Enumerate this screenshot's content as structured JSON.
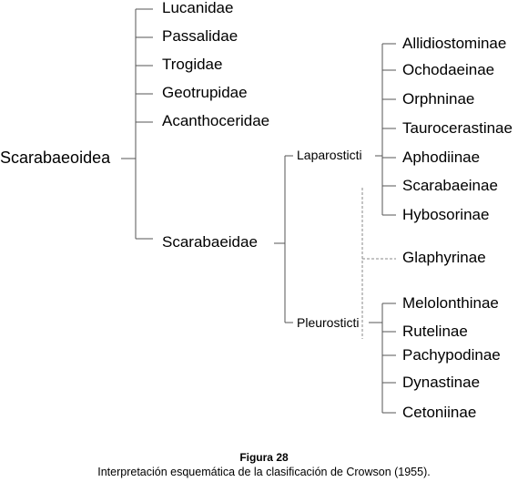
{
  "diagram": {
    "root": "Scarabaeoidea",
    "families": [
      "Lucanidae",
      "Passalidae",
      "Trogidae",
      "Geotrupidae",
      "Acanthoceridae"
    ],
    "scarabaeidae": "Scarabaeidae",
    "groups": {
      "laparosticti": "Laparosticti",
      "pleurosticti": "Pleurosticti"
    },
    "laparosticti_subfamilies": [
      "Allidiostominae",
      "Ochodaeinae",
      "Orphninae",
      "Taurocerastinae",
      "Aphodiinae",
      "Scarabaeinae",
      "Hybosorinae"
    ],
    "intermediate": "Glaphyrinae",
    "pleurosticti_subfamilies": [
      "Melolonthinae",
      "Rutelinae",
      "Pachypodinae",
      "Dynastinae",
      "Cetoniinae"
    ]
  },
  "caption": {
    "title": "Figura 28",
    "text": "Interpretación esquemática de la clasificación de Crowson (1955)."
  },
  "colors": {
    "line": "#555555",
    "dashed": "#888888",
    "text": "#000000"
  }
}
